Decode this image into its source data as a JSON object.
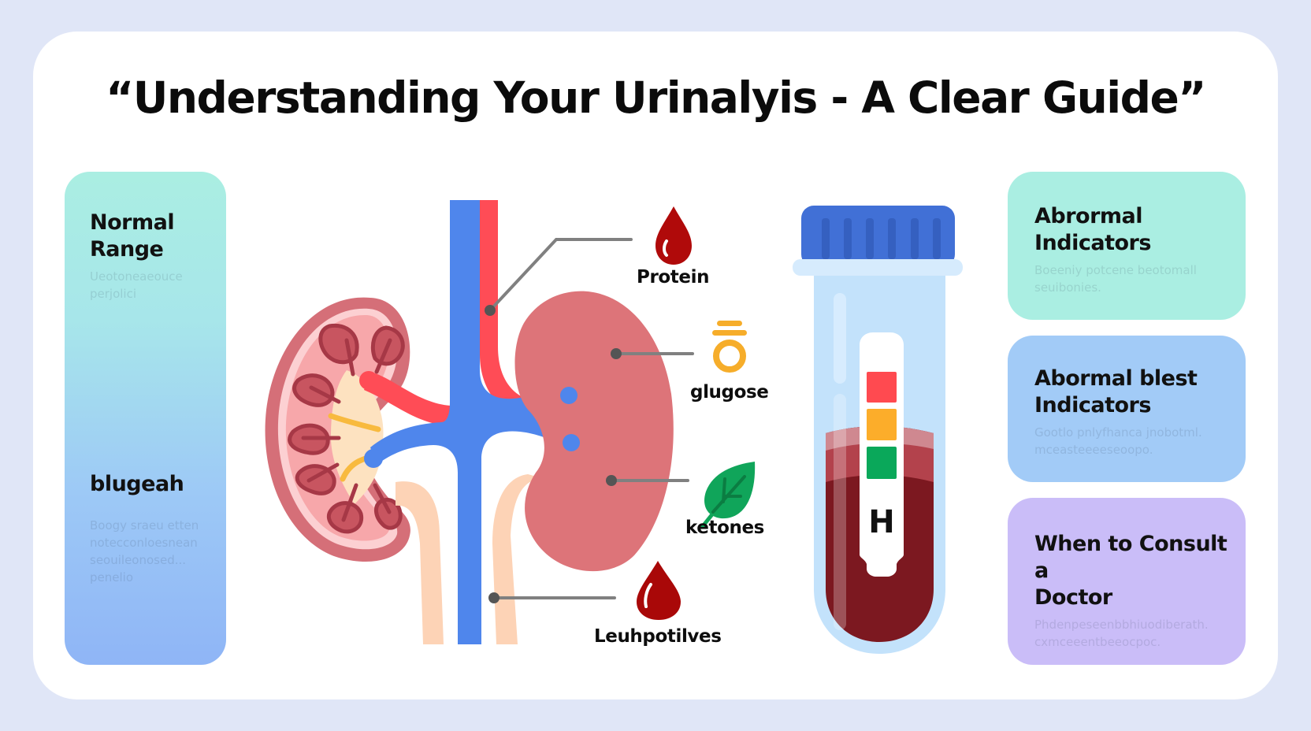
{
  "title": "“Understanding Your Urinalyis - A Clear Guide”",
  "left_card": {
    "section1": {
      "heading": "Normal\nRange",
      "heading_line1": "Normal",
      "heading_line2": "Range",
      "body": "Ueotoneaeouce perjolici"
    },
    "section2": {
      "heading": "blugeah",
      "body": "Boogy sraeu etten notecconloesnean seouileonosed... penelio"
    }
  },
  "right_cards": [
    {
      "heading_line1": "Abrormal",
      "heading_line2": "Indicators",
      "body": "Boeeniy potcene beotomall seuibonies.",
      "color": "#aaeee2"
    },
    {
      "heading_line1": "Abormal blest",
      "heading_line2": "Indicators",
      "body": "Gootlo pnlyfhanca jnobotml. mceasteeeeseoopo.",
      "color": "#a2cbf7"
    },
    {
      "heading_line1": "When to Consult a",
      "heading_line2": "Doctor",
      "body": "Phdenpeseenbbhiuodiberath. cxmceeentbeeocpoc.",
      "color": "#cabdf8"
    }
  ],
  "diagram": {
    "labels": [
      {
        "text": "Protein",
        "icon": "blood-drop-icon",
        "color": "#b00a0a"
      },
      {
        "text": "glugose",
        "icon": "glucose-ring-icon",
        "color": "#f6ad2a"
      },
      {
        "text": "ketones",
        "icon": "leaf-icon",
        "color": "#10a55a"
      },
      {
        "text": "Leuhpotilves",
        "icon": "blood-drop-icon",
        "color": "#a90808"
      }
    ],
    "test_tube": {
      "strip_letter": "H",
      "strip_colors": [
        "#ff4a50",
        "#fcad2a",
        "#0aa85a"
      ],
      "cap_color": "#4170d6",
      "liquid_color": "#7c1820"
    },
    "colors": {
      "vein": "#4f86ec",
      "artery": "#ff4c56",
      "ureter": "#fdd3b6",
      "kidney": "#dd7479"
    }
  }
}
